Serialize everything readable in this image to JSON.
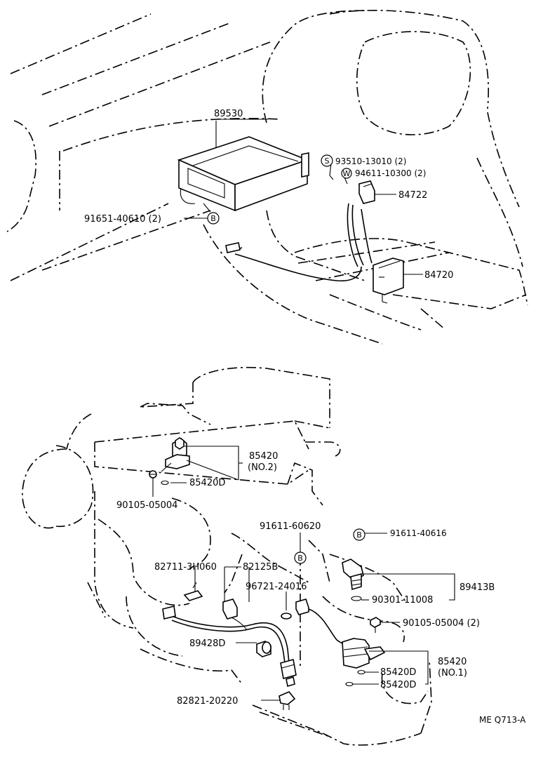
{
  "diagram_id": "ME Q713-A",
  "top_section": {
    "ecu": "89530",
    "screw": {
      "symbol": "S",
      "part": "93510-13010 (2)"
    },
    "washer": {
      "symbol": "W",
      "part": "94611-10300 (2)"
    },
    "bolt": {
      "symbol": "B",
      "part": "91651-40610 (2)"
    },
    "connector_upper": "84722",
    "connector_lower": "84720"
  },
  "bottom_section": {
    "sensor_no2": {
      "part": "85420",
      "note": "(NO.2)"
    },
    "oring_no2": "85420D",
    "bolt_no2": "90105-05004",
    "bolt_center": {
      "symbol": "B",
      "part": "91611-60620"
    },
    "bolt_right": {
      "symbol": "B",
      "part": "91611-40616"
    },
    "clamp": "82711-3H060",
    "wire": "82125B",
    "plug": "96721-24016",
    "sensor_right": "89413B",
    "oring_right": "90301-11008",
    "bolt_right_pair": "90105-05004 (2)",
    "sensor_lower_left": "89428D",
    "clip": "82821-20220",
    "sensor_no1": {
      "part": "85420",
      "note": "(NO.1)"
    },
    "oring_no1_a": "85420D",
    "oring_no1_b": "85420D"
  }
}
